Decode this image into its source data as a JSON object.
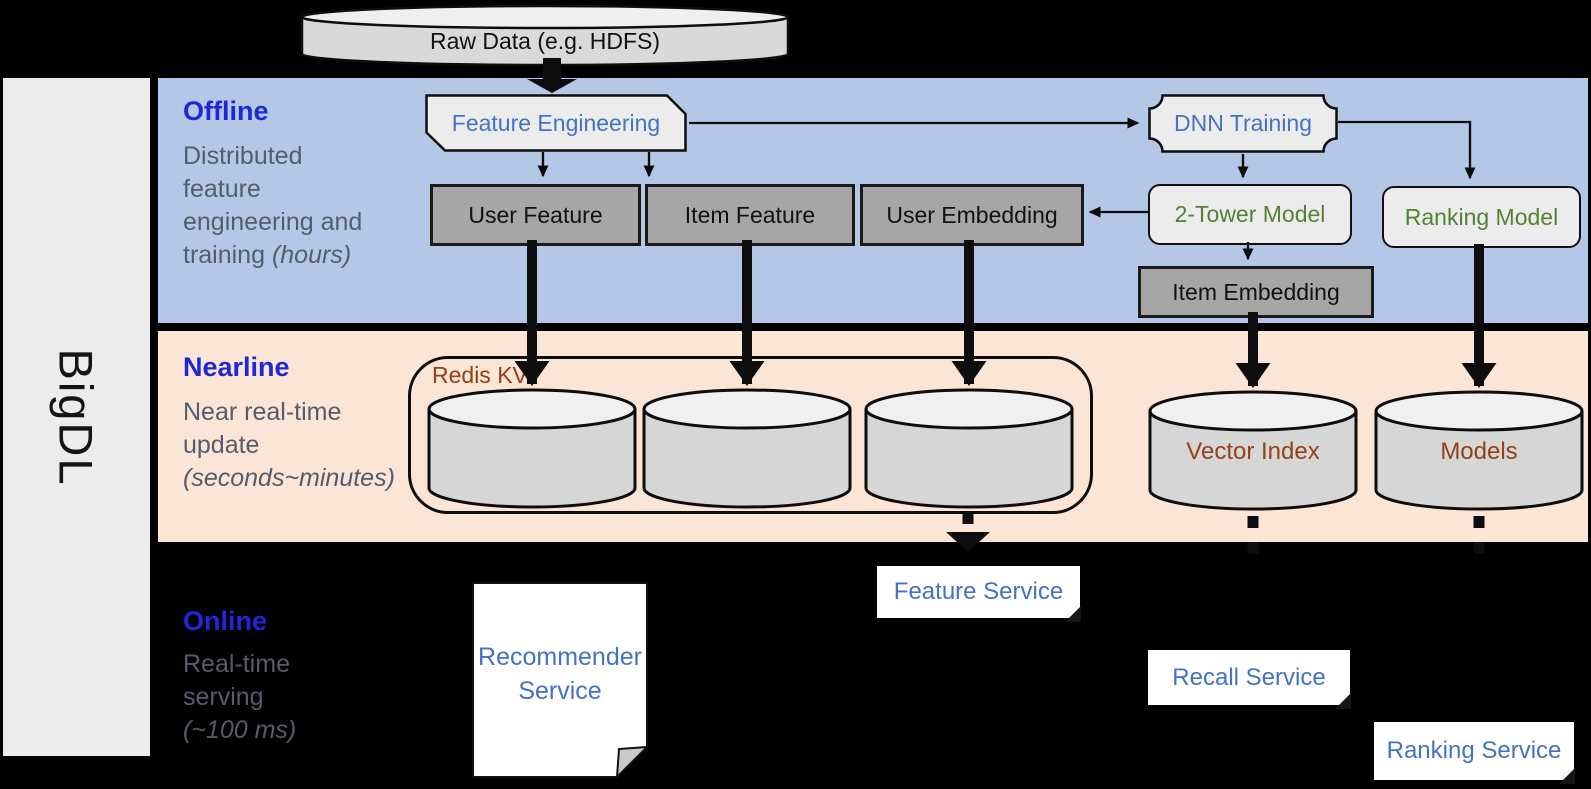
{
  "brand": {
    "label": "BigDL"
  },
  "source": {
    "label": "Raw Data (e.g. HDFS)"
  },
  "sections": {
    "offline": {
      "title": "Offline",
      "desc_lines": [
        "Distributed",
        "feature",
        "engineering and"
      ],
      "desc_tail": "training ",
      "desc_em": "(hours)"
    },
    "nearline": {
      "title": "Nearline",
      "desc_lines": [
        "Near real-time",
        "update"
      ],
      "desc_tail": "",
      "desc_em": "(seconds~minutes)"
    },
    "online": {
      "title": "Online",
      "desc_lines": [
        "Real-time",
        "serving"
      ],
      "desc_tail": "",
      "desc_em": "(~100 ms)"
    }
  },
  "nodes": {
    "feature_engineering": "Feature Engineering",
    "dnn_training": "DNN Training",
    "user_feature": "User Feature",
    "item_feature": "Item Feature",
    "user_embedding": "User Embedding",
    "two_tower_model": "2-Tower Model",
    "ranking_model": "Ranking Model",
    "item_embedding": "Item Embedding",
    "redis_kv": "Redis KV",
    "vector_index": "Vector Index",
    "models": "Models",
    "recommender_service": "Recommender Service",
    "feature_service": "Feature Service",
    "recall_service": "Recall Service",
    "ranking_service": "Ranking Service"
  },
  "colors": {
    "section_title": "#1F27D9",
    "section_desc": "#535D6C",
    "node_text_blue": "#4472C4",
    "node_text_green": "#548235",
    "storage_text_brown": "#944116",
    "band_offline": "#B4C7E7",
    "band_nearline": "#FBE5D6",
    "background": "#000000",
    "box_gray": "#A6A6A6",
    "shape_light": "#ECECEC"
  }
}
